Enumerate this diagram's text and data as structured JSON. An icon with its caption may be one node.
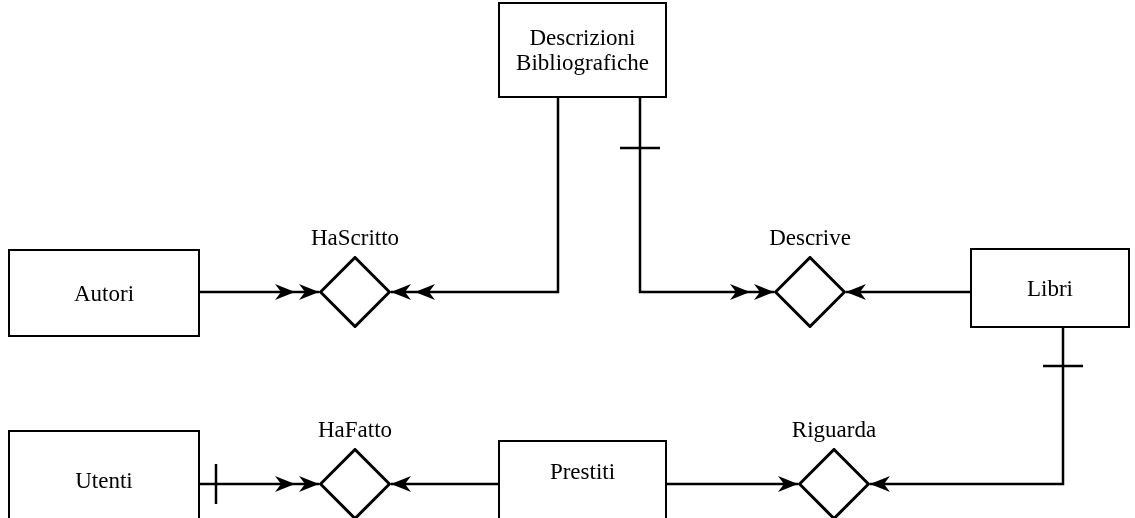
{
  "diagram": {
    "nodes": [
      {
        "text": [
          "Descrizioni Bibliografiche"
        ]
      },
      {
        "text": [
          "Autori"
        ]
      },
      {
        "text": [
          "HaScritto"
        ]
      },
      {
        "text": [
          "Descrive"
        ]
      },
      {
        "text": [
          "Libri"
        ]
      },
      {
        "text": [
          "Utenti"
        ]
      },
      {
        "text": [
          "HaFatto"
        ]
      },
      {
        "text": [
          "Prestiti"
        ]
      },
      {
        "text": [
          "Riguarda"
        ]
      }
    ],
    "edges": [
      {
        "from": 1,
        "to": 2,
        "arrow": "to"
      },
      {
        "from": 0,
        "to": 2,
        "arrow": "to"
      },
      {
        "from": 0,
        "to": 3,
        "arrow": "to"
      },
      {
        "from": 4,
        "to": 3,
        "arrow": "to"
      },
      {
        "from": 5,
        "to": 6,
        "arrow": "to"
      },
      {
        "from": 7,
        "to": 6,
        "arrow": "to"
      },
      {
        "from": 7,
        "to": 8,
        "arrow": "to"
      },
      {
        "from": 4,
        "to": 8,
        "arrow": "to"
      }
    ]
  }
}
